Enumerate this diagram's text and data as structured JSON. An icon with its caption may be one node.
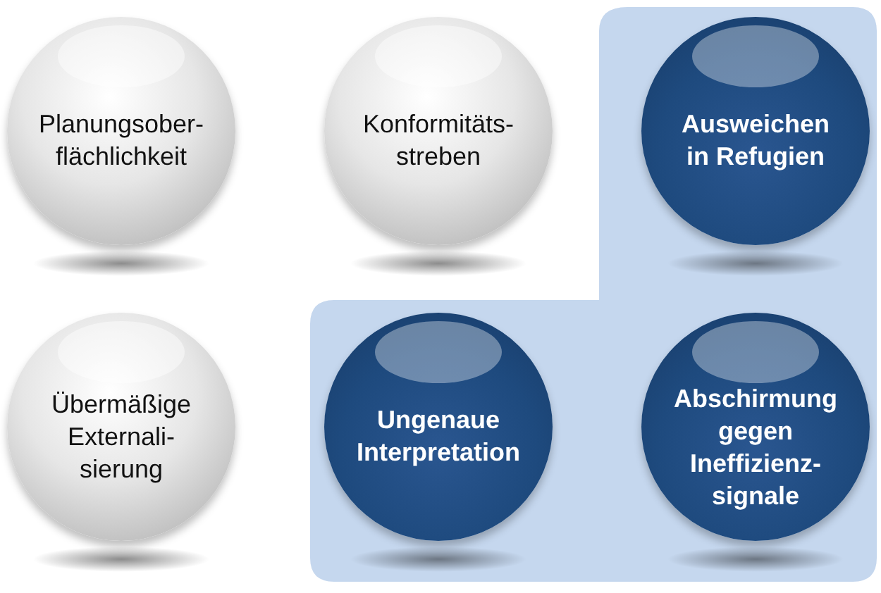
{
  "diagram": {
    "nodes": [
      {
        "text": [
          "Planungsober-flächlichkeit"
        ]
      },
      {
        "text": [
          "Konformitäts-streben"
        ]
      },
      {
        "text": [
          "Ausweichen in Refugien"
        ]
      },
      {
        "text": [
          "Übermäßige Externali-sierung"
        ]
      },
      {
        "text": [
          "Ungenaue Interpretation"
        ]
      },
      {
        "text": [
          "Abschirmung gegen Ineffizienz-signale"
        ]
      }
    ]
  }
}
